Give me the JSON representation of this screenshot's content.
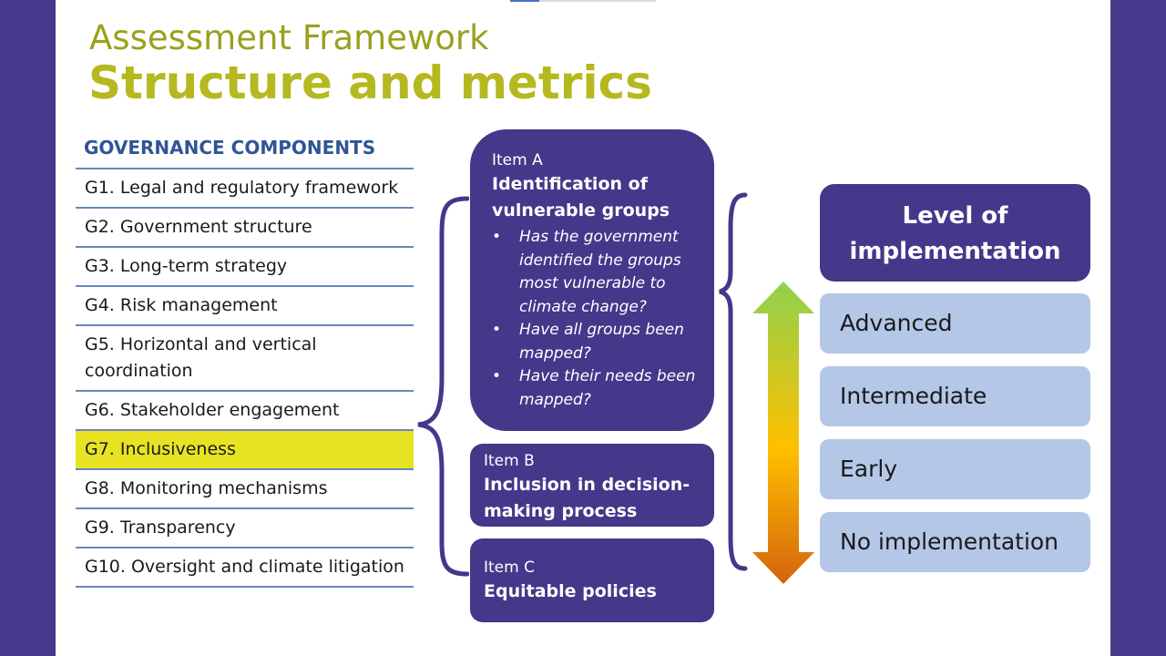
{
  "title": {
    "line1": "Assessment Framework",
    "line2": "Structure and metrics"
  },
  "governance": {
    "header": "GOVERNANCE COMPONENTS",
    "items": [
      "G1. Legal and regulatory framework",
      "G2. Government structure",
      "G3. Long-term strategy",
      "G4. Risk management",
      "G5. Horizontal and vertical coordination",
      "G6. Stakeholder engagement",
      "G7. Inclusiveness",
      "G8. Monitoring mechanisms",
      "G9. Transparency",
      "G10. Oversight and climate litigation"
    ],
    "highlight_color": "#e7e322"
  },
  "items": {
    "a": {
      "label": "Item A",
      "title": "Identification of vulnerable groups",
      "bullets": [
        "Has the government identified the groups most vulnerable to climate change?",
        "Have all groups been mapped?",
        "Have their needs been mapped?"
      ]
    },
    "b": {
      "label": "Item B",
      "title": "Inclusion in decision-making process"
    },
    "c": {
      "label": "Item C",
      "title": "Equitable policies"
    }
  },
  "levels": {
    "header": "Level of implementation",
    "options": [
      "Advanced",
      "Intermediate",
      "Early",
      "No implementation"
    ]
  },
  "colors": {
    "side_bar": "#453a8c",
    "card": "#43388a",
    "level_box": "#b4c7e7",
    "title_light": "#9aa11d",
    "title_bold": "#b6b81f",
    "gov_header": "#2f5597",
    "arrow_top": "#8fd14f",
    "arrow_mid": "#ffc000",
    "arrow_bottom": "#d4640c"
  }
}
